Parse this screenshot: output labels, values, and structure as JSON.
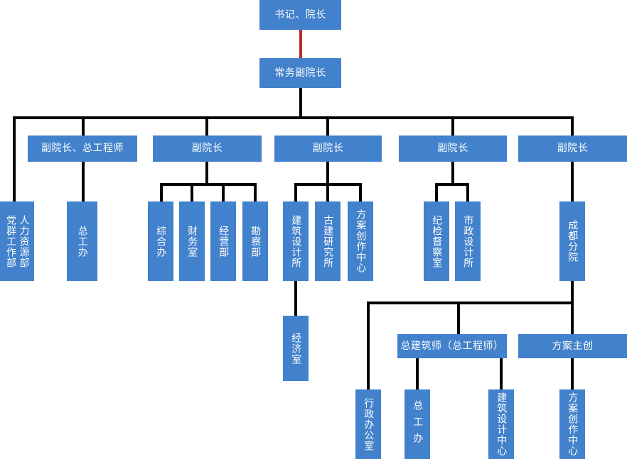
{
  "chart_data": {
    "type": "diagram",
    "title": "",
    "diagram_kind": "organization-chart",
    "orientation": "top-down",
    "colors": {
      "node_fill": "#4281cb",
      "node_text": "#ffffff",
      "connector": "#000000",
      "highlight_connector": "#c0272d",
      "background": "#ffffff"
    },
    "nodes": [
      {
        "id": "n1",
        "label": "书记、院长",
        "level": 0
      },
      {
        "id": "n2",
        "label": "常务副院长",
        "level": 1
      },
      {
        "id": "n3",
        "label": "副院长、总工程师",
        "level": 2
      },
      {
        "id": "n4",
        "label": "副院长",
        "level": 2
      },
      {
        "id": "n5",
        "label": "副院长",
        "level": 2
      },
      {
        "id": "n6",
        "label": "副院长",
        "level": 2
      },
      {
        "id": "n7",
        "label": "副院长",
        "level": 2
      },
      {
        "id": "n8",
        "label": "人力资源部",
        "label2": "党群工作部",
        "level": 3
      },
      {
        "id": "n9",
        "label": "总工办",
        "level": 3
      },
      {
        "id": "n10",
        "label": "综合办",
        "level": 3
      },
      {
        "id": "n11",
        "label": "财务室",
        "level": 3
      },
      {
        "id": "n12",
        "label": "经营部",
        "level": 3
      },
      {
        "id": "n13",
        "label": "勘察部",
        "level": 3
      },
      {
        "id": "n14",
        "label": "建筑设计所",
        "level": 3
      },
      {
        "id": "n15",
        "label": "古建研究所",
        "level": 3
      },
      {
        "id": "n16",
        "label": "方案创作中心",
        "level": 3
      },
      {
        "id": "n17",
        "label": "纪检督察室",
        "level": 3
      },
      {
        "id": "n18",
        "label": "市政设计所",
        "level": 3
      },
      {
        "id": "n19",
        "label": "成都分院",
        "level": 3
      },
      {
        "id": "n20",
        "label": "经济室",
        "level": 4
      },
      {
        "id": "n21",
        "label": "总建筑师（总工程师）",
        "level": 4
      },
      {
        "id": "n22",
        "label": "方案主创",
        "level": 4
      },
      {
        "id": "n23",
        "label": "行政办公室",
        "level": 5
      },
      {
        "id": "n24",
        "label": "总工办",
        "level": 5
      },
      {
        "id": "n25",
        "label": "建筑设计中心",
        "level": 5
      },
      {
        "id": "n26",
        "label": "方案创作中心",
        "level": 5
      }
    ],
    "edges": [
      {
        "from": "n1",
        "to": "n2",
        "color": "#c0272d"
      },
      {
        "from": "n2",
        "to": "n3"
      },
      {
        "from": "n2",
        "to": "n4"
      },
      {
        "from": "n2",
        "to": "n5"
      },
      {
        "from": "n2",
        "to": "n6"
      },
      {
        "from": "n2",
        "to": "n7"
      },
      {
        "from": "n3",
        "to": "n8"
      },
      {
        "from": "n3",
        "to": "n9"
      },
      {
        "from": "n4",
        "to": "n10"
      },
      {
        "from": "n4",
        "to": "n11"
      },
      {
        "from": "n4",
        "to": "n12"
      },
      {
        "from": "n4",
        "to": "n13"
      },
      {
        "from": "n5",
        "to": "n14"
      },
      {
        "from": "n5",
        "to": "n15"
      },
      {
        "from": "n5",
        "to": "n16"
      },
      {
        "from": "n6",
        "to": "n17"
      },
      {
        "from": "n6",
        "to": "n18"
      },
      {
        "from": "n7",
        "to": "n19"
      },
      {
        "from": "n14",
        "to": "n20"
      },
      {
        "from": "n19",
        "to": "n21"
      },
      {
        "from": "n19",
        "to": "n22"
      },
      {
        "from": "n19",
        "to": "n23"
      },
      {
        "from": "n21",
        "to": "n24"
      },
      {
        "from": "n21",
        "to": "n25"
      },
      {
        "from": "n22",
        "to": "n26"
      }
    ]
  },
  "nodes": {
    "n1": {
      "label": "书记、院长"
    },
    "n2": {
      "label": "常务副院长"
    },
    "n3": {
      "label": "副院长、总工程师"
    },
    "n4": {
      "label": "副院长"
    },
    "n5": {
      "label": "副院长"
    },
    "n6": {
      "label": "副院长"
    },
    "n7": {
      "label": "副院长"
    },
    "n8": {
      "label": "人力资源部",
      "label2": "党群工作部"
    },
    "n9": {
      "label": "总工办"
    },
    "n10": {
      "label": "综合办"
    },
    "n11": {
      "label": "财务室"
    },
    "n12": {
      "label": "经营部"
    },
    "n13": {
      "label": "勘察部"
    },
    "n14": {
      "label": "建筑设计所"
    },
    "n15": {
      "label": "古建研究所"
    },
    "n16": {
      "label": "方案创作中心"
    },
    "n17": {
      "label": "纪检督察室"
    },
    "n18": {
      "label": "市政设计所"
    },
    "n19": {
      "label": "成都分院"
    },
    "n20": {
      "label": "经济室"
    },
    "n21": {
      "label": "总建筑师（总工程师）"
    },
    "n22": {
      "label": "方案主创"
    },
    "n23": {
      "label": "行政办公室"
    },
    "n24": {
      "label": "总工办"
    },
    "n25": {
      "label": "建筑设计中心"
    },
    "n26": {
      "label": "方案创作中心"
    }
  }
}
